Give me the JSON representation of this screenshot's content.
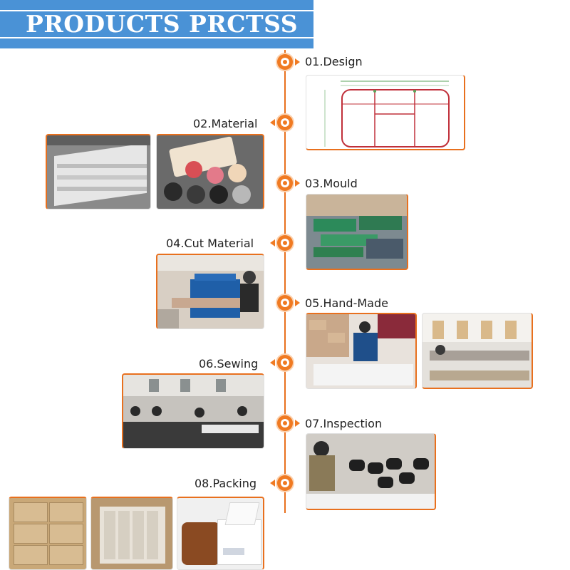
{
  "banner": {
    "title": "PRODUCTS PRCTSS"
  },
  "steps": [
    {
      "label": "01.Design"
    },
    {
      "label": "02.Material"
    },
    {
      "label": "03.Mould"
    },
    {
      "label": "04.Cut Material"
    },
    {
      "label": "05.Hand-Made"
    },
    {
      "label": "06.Sewing"
    },
    {
      "label": "07.Inspection"
    },
    {
      "label": "08.Packing"
    }
  ],
  "colors": {
    "banner": "#4a92d6",
    "accent": "#f07a22",
    "line": "#e8701e"
  }
}
